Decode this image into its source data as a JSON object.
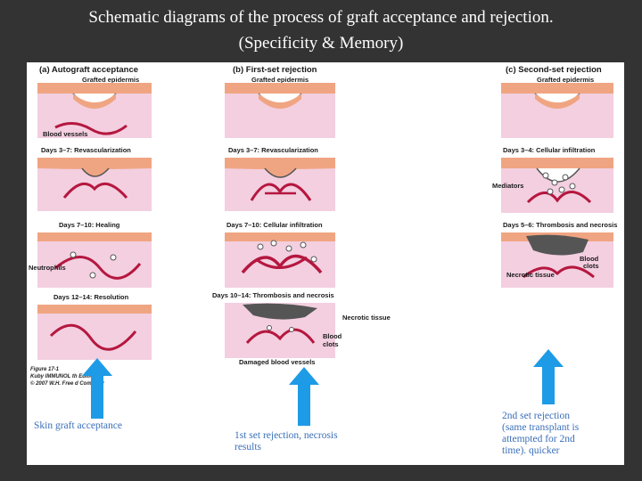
{
  "title": {
    "line1": "Schematic diagrams of the process of graft acceptance and rejection.",
    "line2": "(Specificity & Memory)"
  },
  "columns": {
    "a": {
      "header": "(a) Autograft acceptance",
      "stages": [
        {
          "label": "Grafted epidermis",
          "side": "Blood vessels"
        },
        {
          "label": "Days 3–7: Revascularization"
        },
        {
          "label": "Days 7–10: Healing",
          "side": "Neutrophils"
        },
        {
          "label": "Days 12–14: Resolution"
        }
      ],
      "caption": "Skin graft acceptance"
    },
    "b": {
      "header": "(b) First-set rejection",
      "stages": [
        {
          "label": "Grafted epidermis"
        },
        {
          "label": "Days 3–7: Revascularization"
        },
        {
          "label": "Days 7–10: Cellular infiltration"
        },
        {
          "label": "Days 10–14: Thrombosis and necrosis",
          "side1": "Necrotic tissue",
          "side2": "Blood",
          "side3": "clots",
          "bottom": "Damaged blood vessels"
        }
      ],
      "caption": [
        "1st set rejection, necrosis",
        "results"
      ]
    },
    "c": {
      "header": "(c) Second-set rejection",
      "stages": [
        {
          "label": "Grafted epidermis"
        },
        {
          "label": "Days 3–4: Cellular infiltration",
          "side": "Mediators"
        },
        {
          "label": "Days 5–6: Thrombosis and necrosis",
          "side1": "Blood",
          "side2": "clots",
          "bottom": "Necrotic tissue"
        }
      ],
      "caption": [
        "2nd set rejection",
        "(same transplant is",
        "attempted for 2nd",
        "time). quicker"
      ]
    }
  },
  "figure_credit": [
    "Figure 17-1",
    "Kuby IMMUNOL      th Edition",
    "© 2007 W.H. Free      d Company"
  ],
  "colors": {
    "background": "#333333",
    "epidermis": "#f0a582",
    "dermis": "#f3cfe0",
    "vessel": "#b5173f",
    "arrow": "#1e9be6",
    "caption": "#3a6fb8"
  }
}
